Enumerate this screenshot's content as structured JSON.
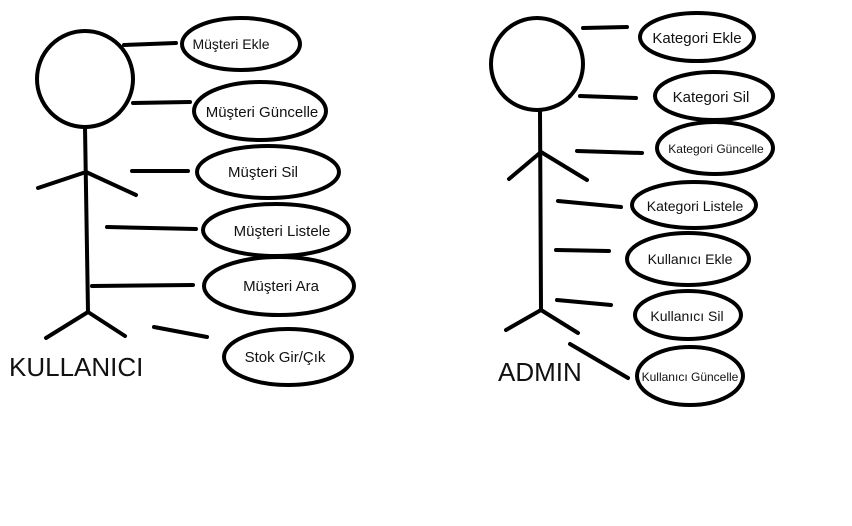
{
  "actors": {
    "user": {
      "label": "KULLANICI",
      "use_cases": [
        "Müşteri Ekle",
        "Müşteri Güncelle",
        "Müşteri Sil",
        "Müşteri Listele",
        "Müşteri Ara",
        "Stok Gir/Çık"
      ]
    },
    "admin": {
      "label": "ADMIN",
      "use_cases": [
        "Kategori Ekle",
        "Kategori Sil",
        "Kategori Güncelle",
        "Kategori Listele",
        "Kullanıcı Ekle",
        "Kullanıcı Sil",
        "Kullanıcı Güncelle"
      ]
    }
  }
}
